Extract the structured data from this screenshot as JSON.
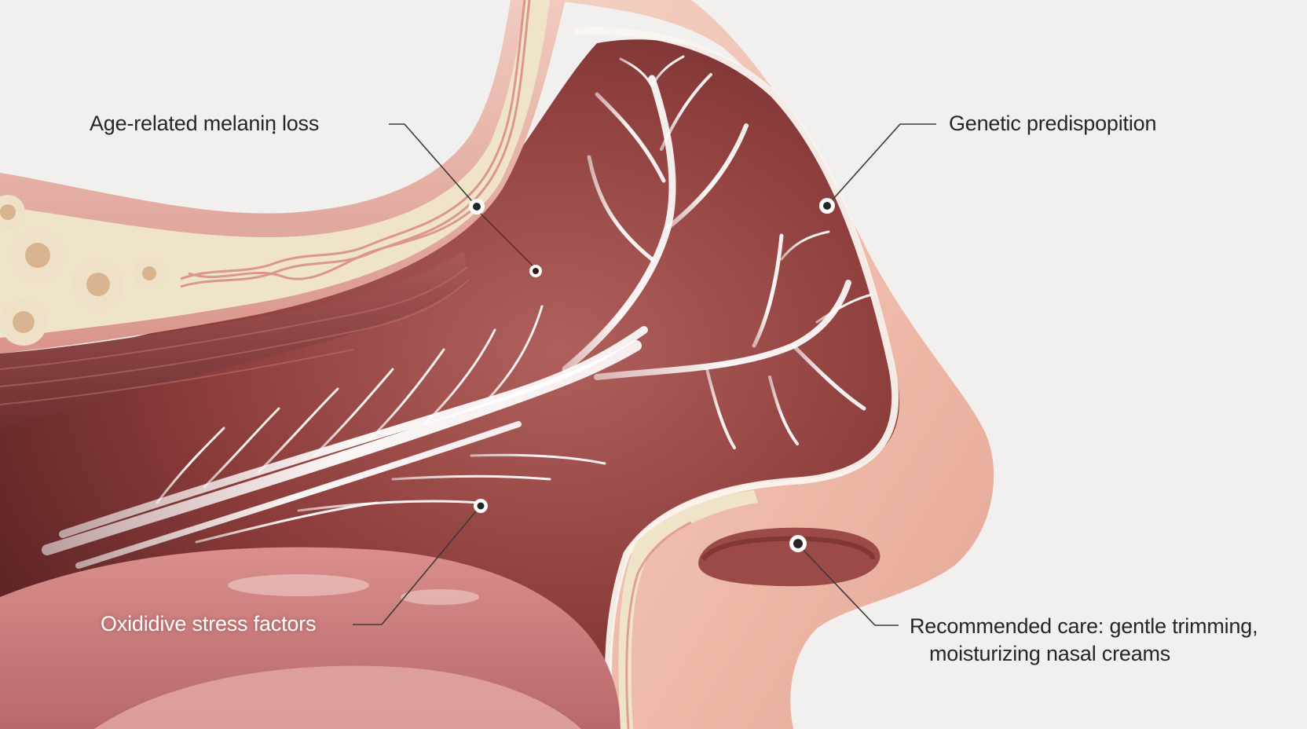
{
  "labels": {
    "melanin_loss": "Age-related melaninฺ loss",
    "genetic": "Genetic predispopition",
    "oxidative": "Oxididive stress factors",
    "care_line1": "Recommended care: gentle trimming,",
    "care_line2": "moisturizing nasal creams"
  },
  "colors": {
    "background": "#f2f0ef",
    "skin_outer": "#e7b3a6",
    "skin_inner": "#f0c7b8",
    "cavity": "#8d3e3c",
    "cavity_deep": "#5f2526",
    "fat_layer": "#efe3c8",
    "lip_red": "#c9787a",
    "hair_white": "#f4f1ee",
    "leader_line": "#3a3a3a",
    "marker_fill": "#262626",
    "text_dark": "#262626",
    "text_light": "#ffffff"
  },
  "icons": {
    "marker": "circle-dot-marker"
  }
}
